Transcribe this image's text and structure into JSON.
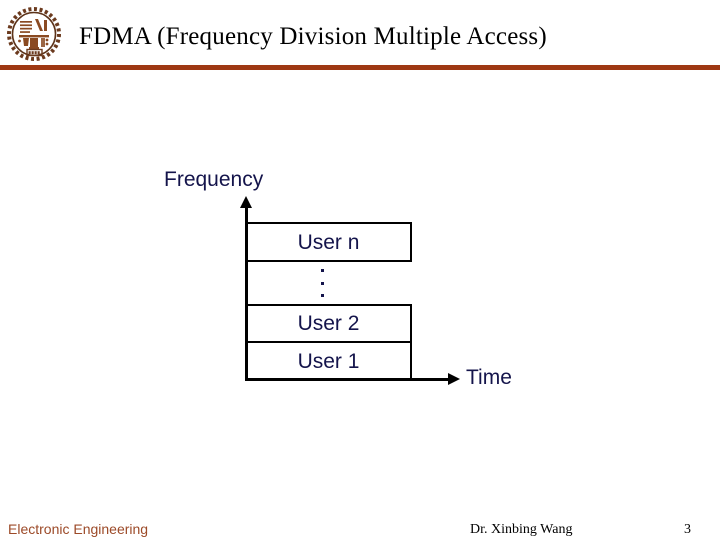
{
  "header": {
    "title": "FDMA (Frequency Division Multiple Access)",
    "logo_alt": "university-seal-logo",
    "rule_color": "#9E3813"
  },
  "diagram": {
    "y_axis_label": "Frequency",
    "x_axis_label": "Time",
    "axis_color": "#000000",
    "text_color": "#14144B",
    "ellipsis": "⋮",
    "slots": [
      {
        "label": "User n"
      },
      {
        "label": "User 2"
      },
      {
        "label": "User 1"
      }
    ]
  },
  "footer": {
    "left": "Electronic Engineering",
    "left_color": "#9C4A28",
    "center": "Dr. Xinbing Wang",
    "page_number": "3"
  }
}
